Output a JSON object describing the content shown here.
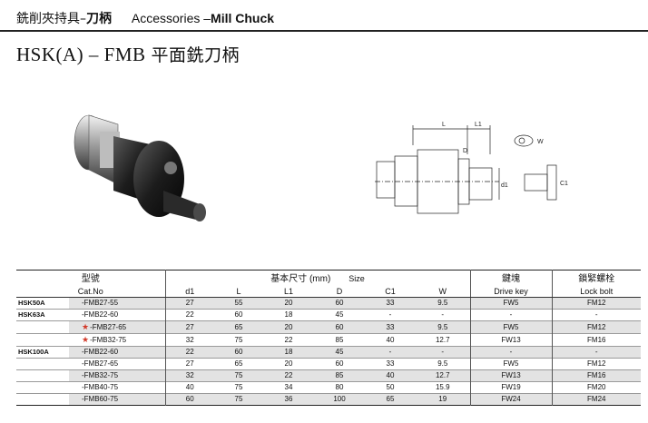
{
  "header": {
    "category_cn_prefix": "銑削夾持具–",
    "category_cn_bold": "刀柄",
    "category_en_prefix": "Accessories –",
    "category_en_bold": "Mill Chuck"
  },
  "title": {
    "model": "HSK(A) – FMB",
    "name_cn": "平面銑刀柄"
  },
  "drawing_labels": {
    "L": "L",
    "L1": "L1",
    "D": "D",
    "d1": "d1",
    "C1": "C1",
    "W": "W"
  },
  "table": {
    "col_model_cn": "型號",
    "col_model_en": "Cat.No",
    "col_dim_cn": "基本尺寸 (mm)",
    "col_dim_en": "Size",
    "col_key_cn": "鍵塊",
    "col_key_en": "Drive key",
    "col_bolt_cn": "鎖緊螺栓",
    "col_bolt_en": "Lock bolt",
    "dim_headers": [
      "d1",
      "L",
      "L1",
      "D",
      "C1",
      "W"
    ],
    "rows": [
      {
        "group": "HSK50A",
        "marked": false,
        "cat": "-FMB27-55",
        "d1": "27",
        "L": "55",
        "L1": "20",
        "D": "60",
        "C1": "33",
        "W": "9.5",
        "key": "FW5",
        "bolt": "FM12"
      },
      {
        "group": "HSK63A",
        "marked": false,
        "cat": "-FMB22-60",
        "d1": "22",
        "L": "60",
        "L1": "18",
        "D": "45",
        "C1": "-",
        "W": "-",
        "key": "-",
        "bolt": "-"
      },
      {
        "group": "",
        "marked": true,
        "cat": "-FMB27-65",
        "d1": "27",
        "L": "65",
        "L1": "20",
        "D": "60",
        "C1": "33",
        "W": "9.5",
        "key": "FW5",
        "bolt": "FM12"
      },
      {
        "group": "",
        "marked": true,
        "cat": "-FMB32-75",
        "d1": "32",
        "L": "75",
        "L1": "22",
        "D": "85",
        "C1": "40",
        "W": "12.7",
        "key": "FW13",
        "bolt": "FM16"
      },
      {
        "group": "HSK100A",
        "marked": false,
        "cat": "-FMB22-60",
        "d1": "22",
        "L": "60",
        "L1": "18",
        "D": "45",
        "C1": "-",
        "W": "-",
        "key": "-",
        "bolt": "-"
      },
      {
        "group": "",
        "marked": false,
        "cat": "-FMB27-65",
        "d1": "27",
        "L": "65",
        "L1": "20",
        "D": "60",
        "C1": "33",
        "W": "9.5",
        "key": "FW5",
        "bolt": "FM12"
      },
      {
        "group": "",
        "marked": false,
        "cat": "-FMB32-75",
        "d1": "32",
        "L": "75",
        "L1": "22",
        "D": "85",
        "C1": "40",
        "W": "12.7",
        "key": "FW13",
        "bolt": "FM16"
      },
      {
        "group": "",
        "marked": false,
        "cat": "-FMB40-75",
        "d1": "40",
        "L": "75",
        "L1": "34",
        "D": "80",
        "C1": "50",
        "W": "15.9",
        "key": "FW19",
        "bolt": "FM20"
      },
      {
        "group": "",
        "marked": false,
        "cat": "-FMB60-75",
        "d1": "60",
        "L": "75",
        "L1": "36",
        "D": "100",
        "C1": "65",
        "W": "19",
        "key": "FW24",
        "bolt": "FM24"
      }
    ]
  }
}
